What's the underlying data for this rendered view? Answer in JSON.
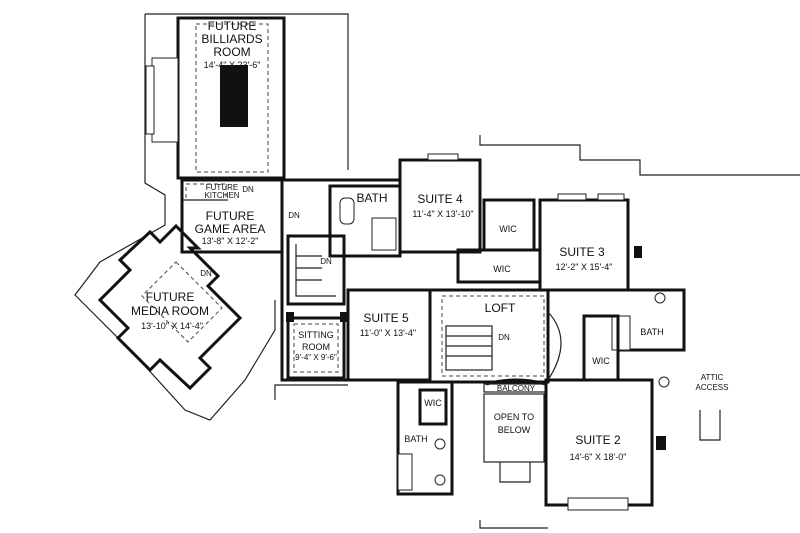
{
  "rooms": {
    "billiards": {
      "name_line1": "FUTURE",
      "name_line2": "BILLIARDS",
      "name_line3": "ROOM",
      "dims": "14'-4\" X 23'-6\""
    },
    "game_area": {
      "name_line1": "FUTURE",
      "name_line2": "GAME AREA",
      "dims": "13'-8\" X 12'-2\""
    },
    "kitchen": {
      "name_line1": "FUTURE",
      "name_line2": "KITCHEN"
    },
    "media_room": {
      "name_line1": "FUTURE",
      "name_line2": "MEDIA ROOM",
      "dims": "13'-10\" X 14'-4\""
    },
    "suite4": {
      "name": "SUITE 4",
      "dims": "11'-4\" X 13'-10\""
    },
    "suite3": {
      "name": "SUITE 3",
      "dims": "12'-2\" X 15'-4\""
    },
    "suite5": {
      "name": "SUITE 5",
      "dims": "11'-0\" X 13'-4\""
    },
    "suite2": {
      "name": "SUITE 2",
      "dims": "14'-6\" X 18'-0\""
    },
    "sitting": {
      "name_line1": "SITTING",
      "name_line2": "ROOM",
      "dims": "9'-4\" X 9'-6\""
    },
    "loft": {
      "name": "LOFT"
    },
    "balcony": {
      "name": "BALCONY"
    },
    "open_below": {
      "name_line1": "OPEN TO",
      "name_line2": "BELOW"
    },
    "attic": {
      "name_line1": "ATTIC",
      "name_line2": "ACCESS"
    }
  },
  "labels": {
    "bath": "BATH",
    "wic": "WIC",
    "dn": "DN"
  }
}
